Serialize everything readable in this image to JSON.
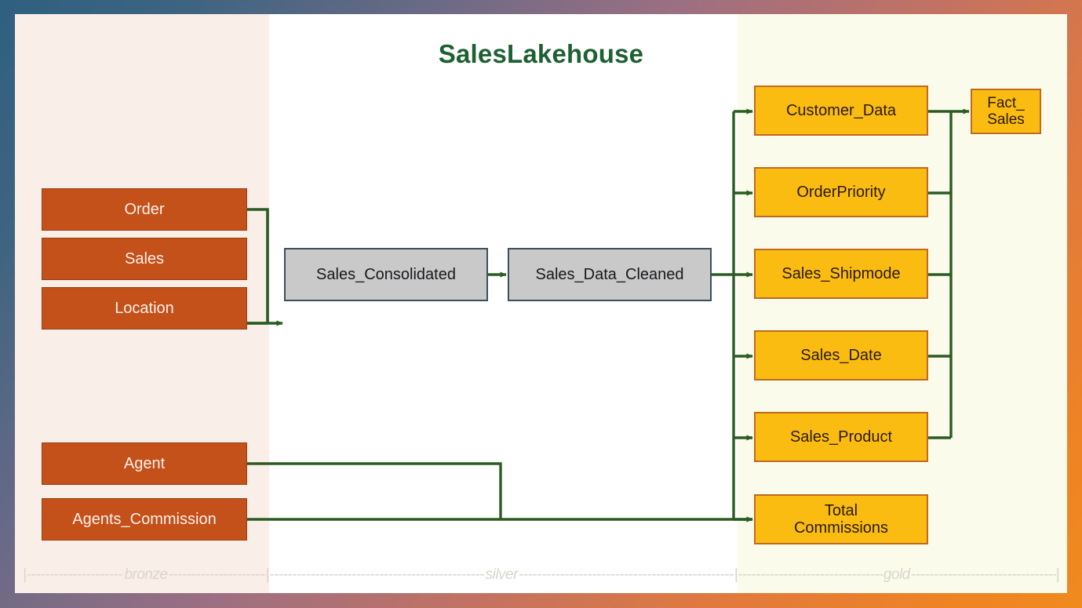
{
  "diagram": {
    "title": "SalesLakehouse",
    "title_color": "#1d6032",
    "colors": {
      "bronze_fill": "#c4501a",
      "bronze_zone": "#faeee9",
      "silver_fill": "#c9c9c9",
      "silver_zone": "#ffffff",
      "gold_fill": "#fbbc12",
      "gold_zone": "#fbfbeb",
      "connector": "#2a5c22",
      "frame_start": "#2f6080",
      "frame_end": "#f08a1e"
    },
    "zones": [
      {
        "id": "bronze",
        "label": "bronze"
      },
      {
        "id": "silver",
        "label": "silver"
      },
      {
        "id": "gold",
        "label": "gold"
      }
    ],
    "nodes": {
      "bronze": [
        {
          "id": "order",
          "label": "Order"
        },
        {
          "id": "sales",
          "label": "Sales"
        },
        {
          "id": "location",
          "label": "Location"
        },
        {
          "id": "agent",
          "label": "Agent"
        },
        {
          "id": "agents_commission",
          "label": "Agents_Commission"
        }
      ],
      "silver": [
        {
          "id": "sales_consolidated",
          "label": "Sales_Consolidated"
        },
        {
          "id": "sales_data_cleaned",
          "label": "Sales_Data_Cleaned"
        }
      ],
      "gold": [
        {
          "id": "customer_data",
          "label": "Customer_Data"
        },
        {
          "id": "orderpriority",
          "label": "OrderPriority"
        },
        {
          "id": "sales_shipmode",
          "label": "Sales_Shipmode"
        },
        {
          "id": "sales_date",
          "label": "Sales_Date"
        },
        {
          "id": "sales_product",
          "label": "Sales_Product"
        },
        {
          "id": "total_commissions",
          "label_line1": "Total",
          "label_line2": "Commissions"
        },
        {
          "id": "fact_sales",
          "label_line1": "Fact_",
          "label_line2": "Sales"
        }
      ]
    },
    "edges": [
      {
        "from": "order",
        "to": "sales_consolidated"
      },
      {
        "from": "sales",
        "to": "sales_consolidated"
      },
      {
        "from": "location",
        "to": "sales_consolidated"
      },
      {
        "from": "sales_consolidated",
        "to": "sales_data_cleaned"
      },
      {
        "from": "sales_data_cleaned",
        "to": "customer_data"
      },
      {
        "from": "sales_data_cleaned",
        "to": "orderpriority"
      },
      {
        "from": "sales_data_cleaned",
        "to": "sales_shipmode"
      },
      {
        "from": "sales_data_cleaned",
        "to": "sales_date"
      },
      {
        "from": "sales_data_cleaned",
        "to": "sales_product"
      },
      {
        "from": "customer_data",
        "to": "fact_sales"
      },
      {
        "from": "orderpriority",
        "to": "fact_sales"
      },
      {
        "from": "sales_shipmode",
        "to": "fact_sales"
      },
      {
        "from": "sales_date",
        "to": "fact_sales"
      },
      {
        "from": "sales_product",
        "to": "fact_sales"
      },
      {
        "from": "agent",
        "to": "total_commissions"
      },
      {
        "from": "agents_commission",
        "to": "total_commissions"
      }
    ],
    "ruler": {
      "dash_fill": "----------------------------------------------------------------------------------------------------",
      "pipe": "|"
    }
  }
}
